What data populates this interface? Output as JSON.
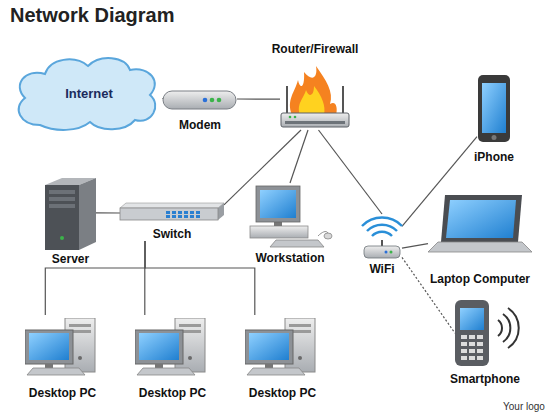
{
  "diagram": {
    "title": "Network Diagram",
    "nodes": [
      {
        "text": [
          "Internet"
        ]
      },
      {
        "text": [
          "Modem"
        ]
      },
      {
        "text": [
          "Router/Firewall"
        ]
      },
      {
        "text": [
          "iPhone"
        ]
      },
      {
        "text": [
          "Server"
        ]
      },
      {
        "text": [
          "Switch"
        ]
      },
      {
        "text": [
          "Workstation"
        ]
      },
      {
        "text": [
          "WiFi"
        ]
      },
      {
        "text": [
          "Laptop Computer"
        ]
      },
      {
        "text": [
          "Smartphone"
        ]
      },
      {
        "text": [
          "Desktop PC"
        ]
      },
      {
        "text": [
          "Desktop PC"
        ]
      },
      {
        "text": [
          "Desktop PC"
        ]
      }
    ],
    "edges": [
      {
        "from": 0,
        "to": 1,
        "arrow": "none"
      },
      {
        "from": 1,
        "to": 2,
        "arrow": "none"
      },
      {
        "from": 2,
        "to": 5,
        "arrow": "none"
      },
      {
        "from": 2,
        "to": 6,
        "arrow": "none"
      },
      {
        "from": 2,
        "to": 7,
        "arrow": "none"
      },
      {
        "from": 7,
        "to": 3,
        "arrow": "none"
      },
      {
        "from": 7,
        "to": 8,
        "arrow": "none"
      },
      {
        "from": 7,
        "to": 9,
        "arrow": "none"
      },
      {
        "from": 5,
        "to": 4,
        "arrow": "none"
      },
      {
        "from": 5,
        "to": 10,
        "arrow": "none"
      },
      {
        "from": 5,
        "to": 11,
        "arrow": "none"
      },
      {
        "from": 5,
        "to": 12,
        "arrow": "none"
      }
    ],
    "labels": [
      "Your logo"
    ]
  }
}
